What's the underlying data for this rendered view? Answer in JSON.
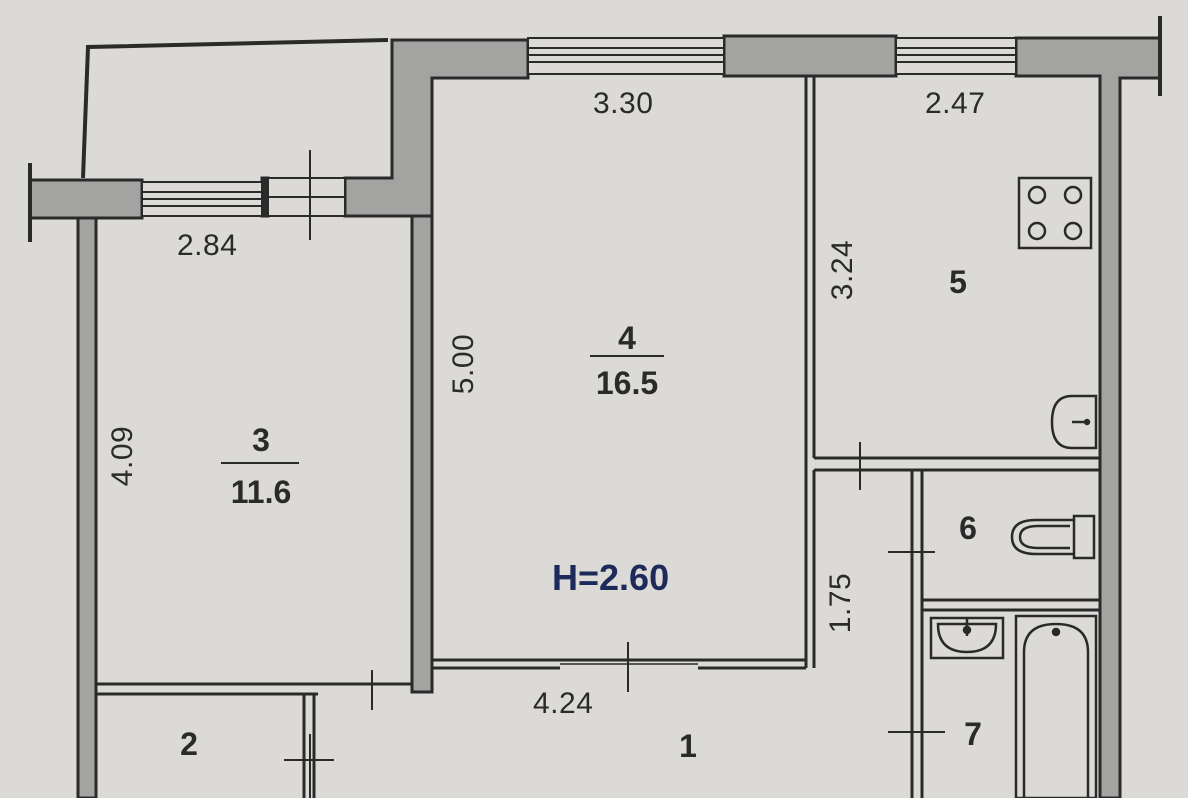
{
  "ceiling_height": "H=2.60",
  "rooms": {
    "r1": {
      "number": "1"
    },
    "r2": {
      "number": "2"
    },
    "r3": {
      "number": "3",
      "area": "11.6"
    },
    "r4": {
      "number": "4",
      "area": "16.5"
    },
    "r5": {
      "number": "5"
    },
    "r6": {
      "number": "6"
    },
    "r7": {
      "number": "7"
    }
  },
  "dimensions": {
    "room3_width": "2.84",
    "room3_length": "4.09",
    "room4_width": "3.30",
    "room4_length": "5.00",
    "room5_width": "2.47",
    "room5_length": "3.24",
    "corridor_width": "4.24",
    "corridor_length": "1.75"
  },
  "colors": {
    "paper": "#dcdad6",
    "wall_fill": "#a3a3a2",
    "line": "#2a2a2a",
    "ceiling_text": "#1e2a5a"
  },
  "icons": {
    "stove": "stove-icon",
    "kitchen_sink": "kitchen-sink-icon",
    "toilet": "toilet-icon",
    "bathroom_sink": "washbasin-icon",
    "bathtub": "bathtub-icon"
  }
}
